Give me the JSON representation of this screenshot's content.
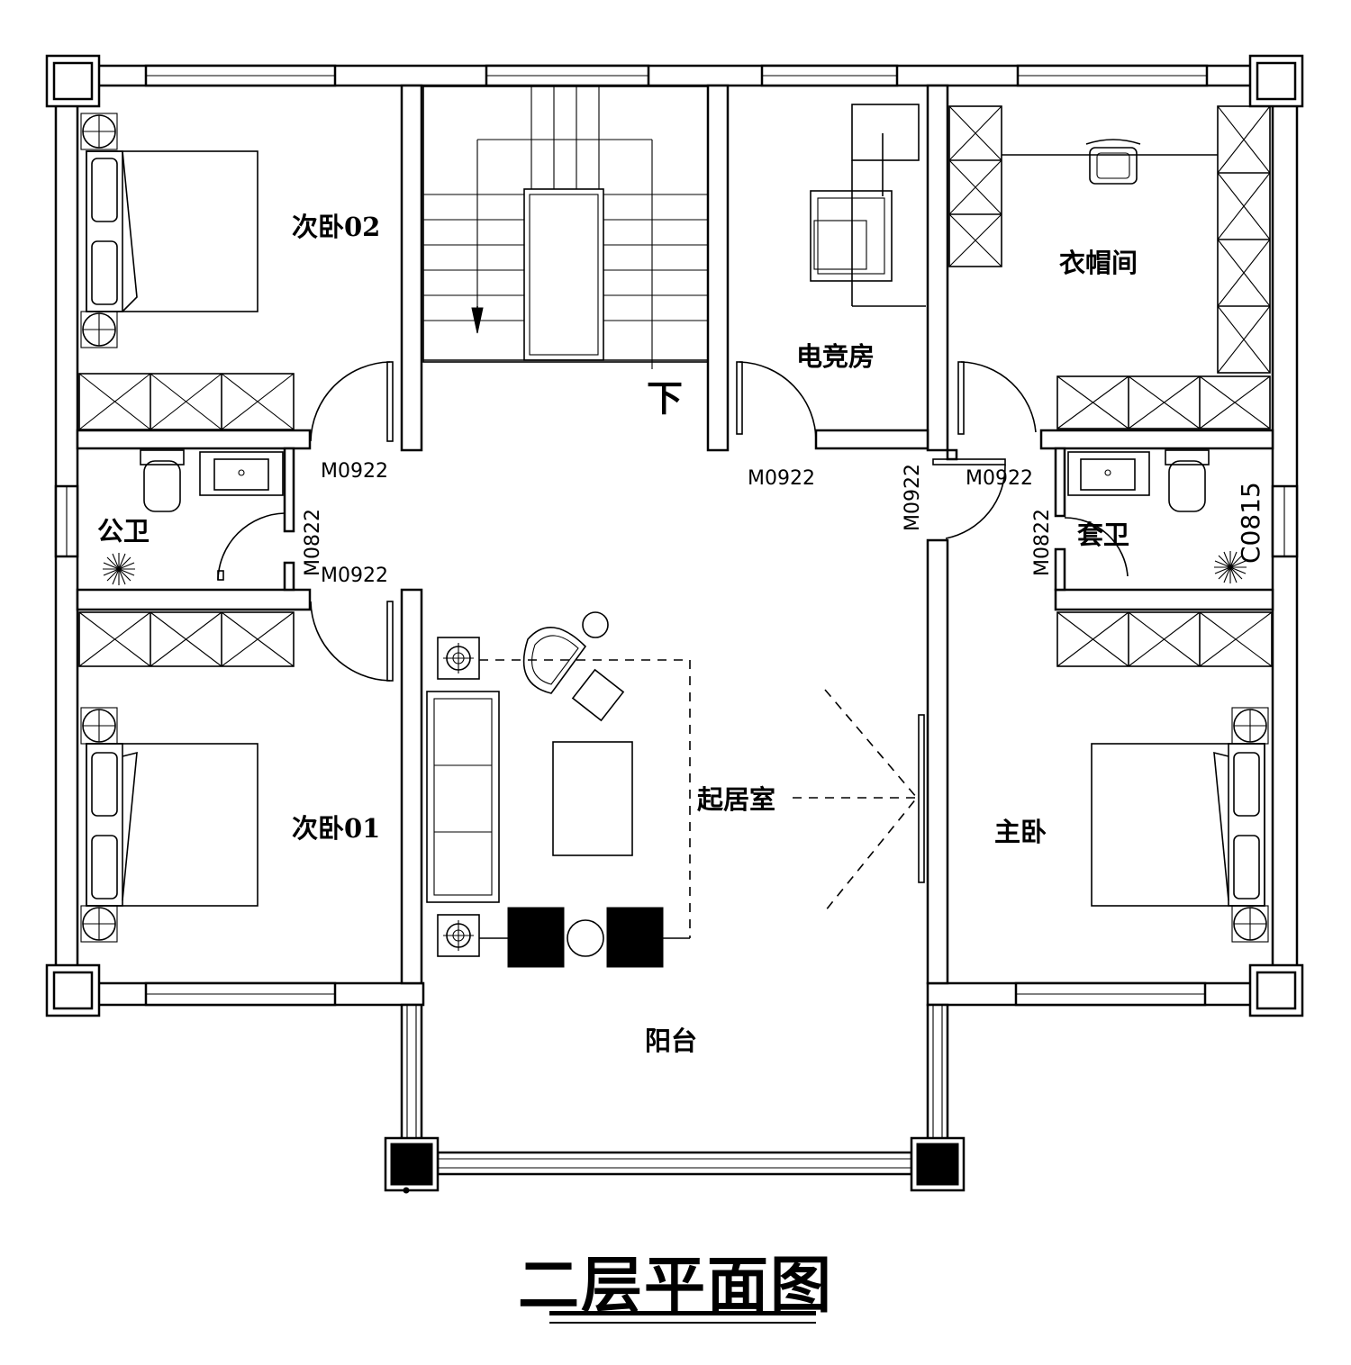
{
  "drawing": {
    "title": "二层平面图"
  },
  "rooms": {
    "bedroom_02": "次卧02",
    "bedroom_01": "次卧01",
    "gaming_room": "电竞房",
    "cloakroom": "衣帽间",
    "public_bath": "公卫",
    "ensuite_bath": "套卫",
    "living_room": "起居室",
    "master_bedroom": "主卧",
    "balcony": "阳台"
  },
  "stair": {
    "down_label": "下"
  },
  "door_tags": {
    "d1": "M0922",
    "d2": "M0922",
    "d3": "M0922",
    "d4": "M0922",
    "d5": "M0922",
    "d6": "M0822",
    "d7": "M0822"
  },
  "window_tags": {
    "w1": "C0815"
  }
}
